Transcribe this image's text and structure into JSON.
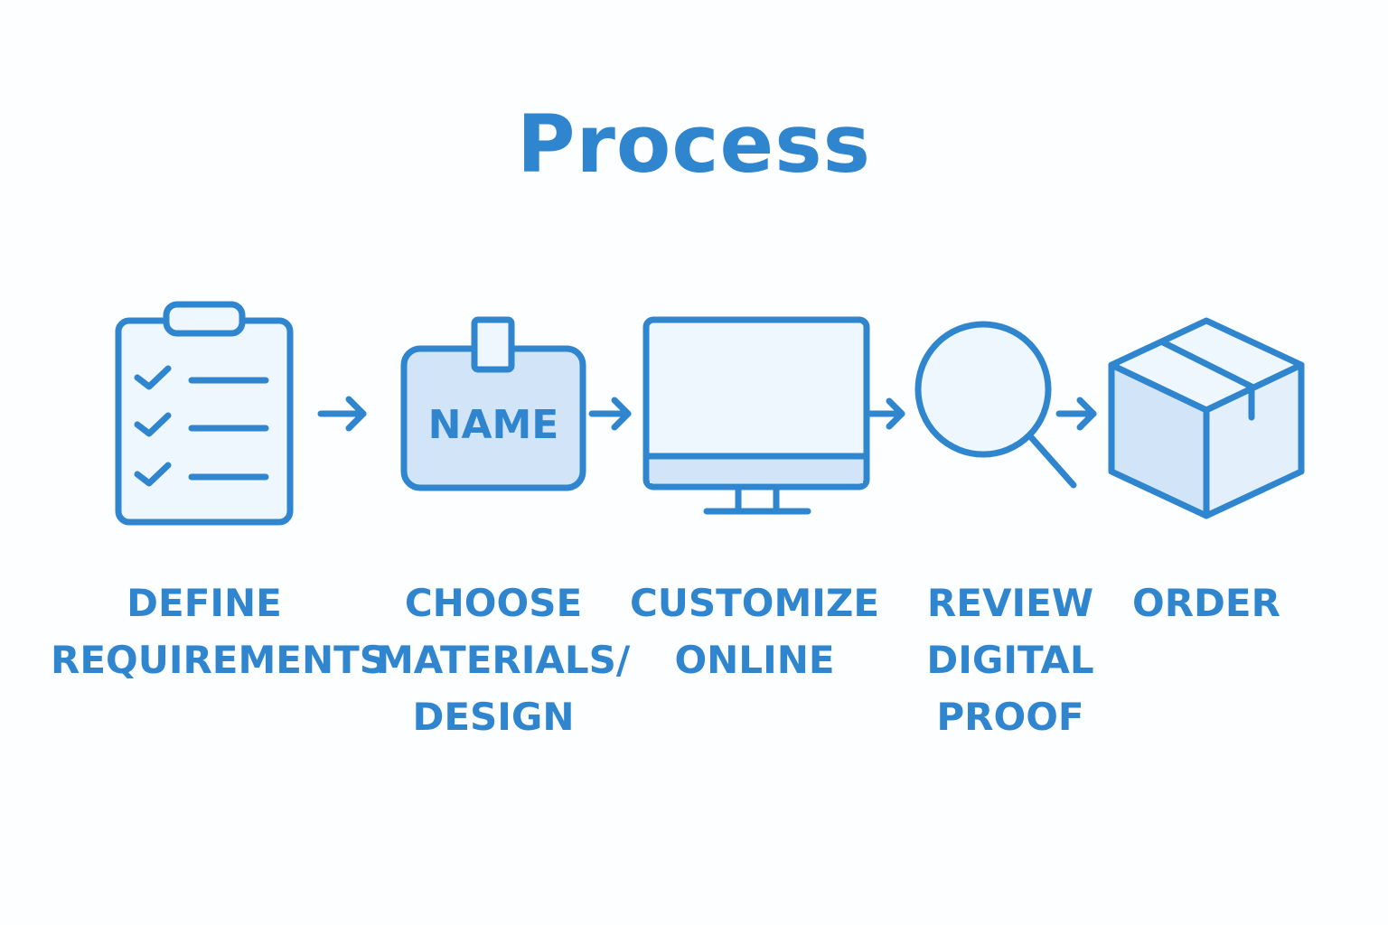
{
  "title": "Process",
  "colors": {
    "stroke": "#2f86cf",
    "fill_light": "#eef6fe",
    "fill_medium": "#d2e5f8",
    "background": "#fdfeff"
  },
  "steps": [
    {
      "icon": "clipboard-checklist-icon",
      "label": "DEFINE\nREQUIREMENTS"
    },
    {
      "icon": "name-badge-icon",
      "label": "CHOOSE\nMATERIALS/\nDESIGN",
      "badge_text": "NAME"
    },
    {
      "icon": "monitor-icon",
      "label": "CUSTOMIZE\nONLINE"
    },
    {
      "icon": "magnifier-icon",
      "label": "REVIEW\nDIGITAL\nPROOF"
    },
    {
      "icon": "package-box-icon",
      "label": "ORDER"
    }
  ]
}
